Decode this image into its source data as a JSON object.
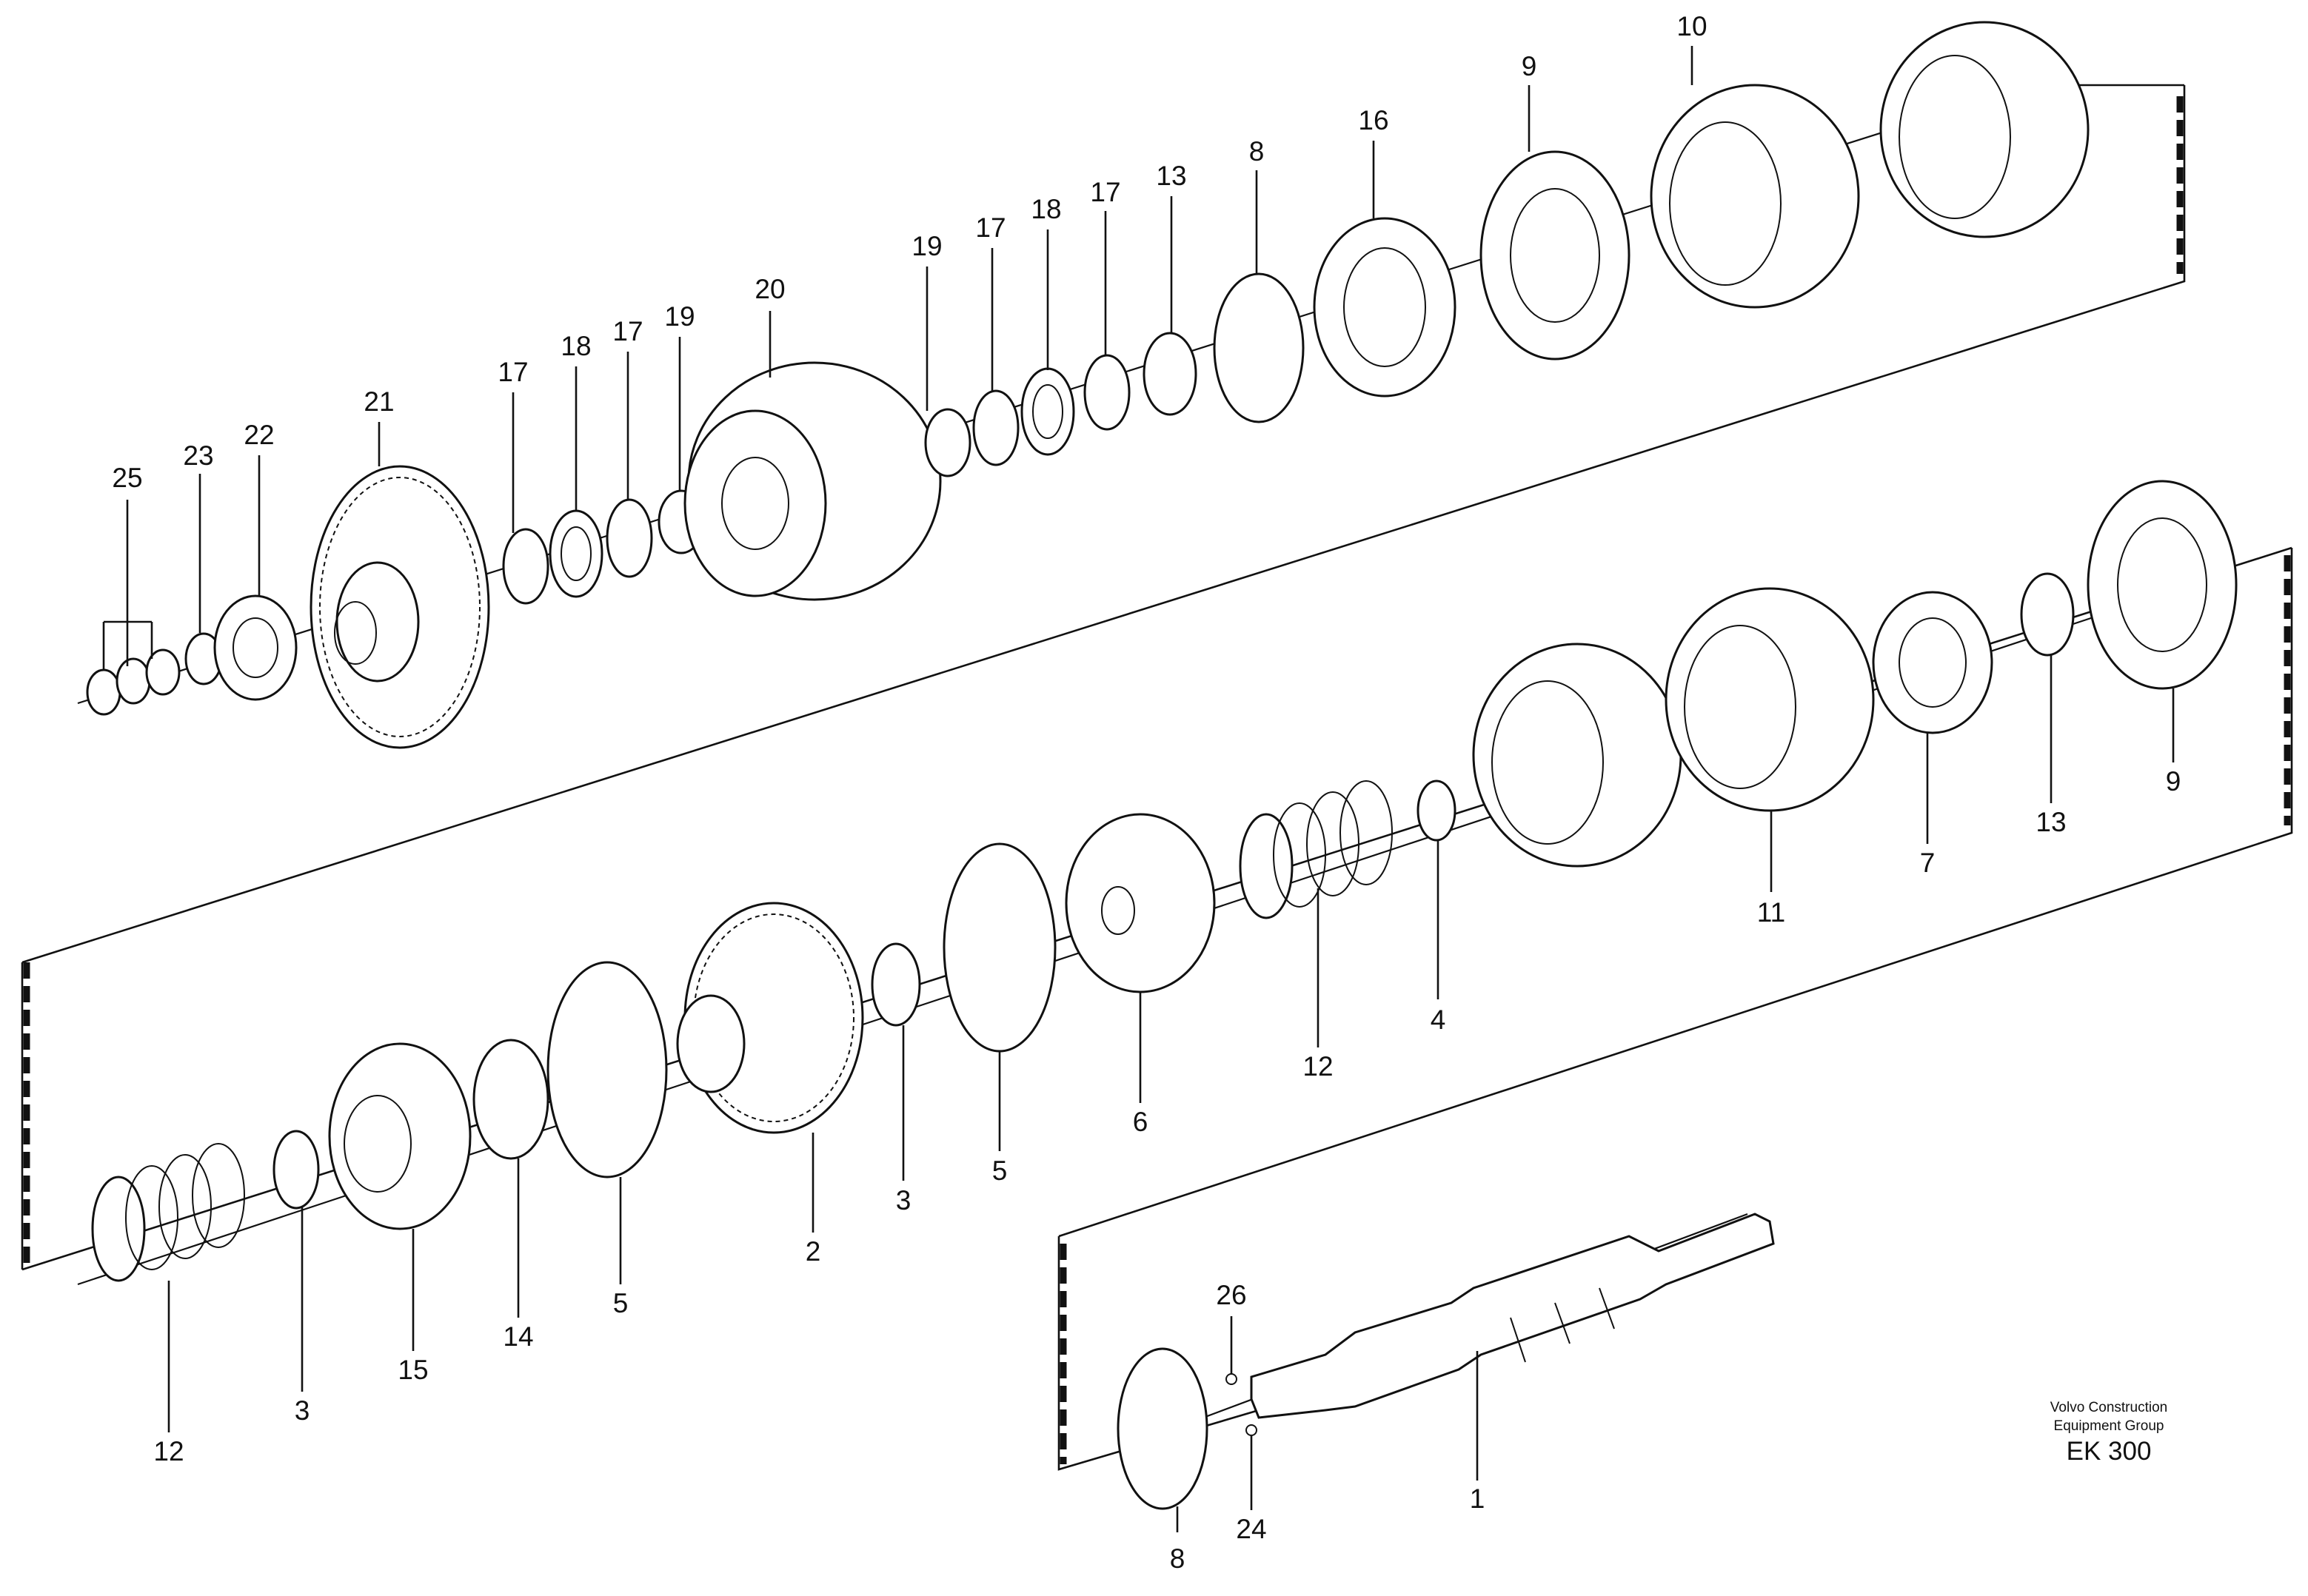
{
  "brand": {
    "line1": "Volvo Construction",
    "line2": "Equipment Group",
    "code": "EK 300"
  },
  "callouts": [
    {
      "id": "c25",
      "label": "25"
    },
    {
      "id": "c23",
      "label": "23"
    },
    {
      "id": "c22",
      "label": "22"
    },
    {
      "id": "c21",
      "label": "21"
    },
    {
      "id": "c17a",
      "label": "17"
    },
    {
      "id": "c18a",
      "label": "18"
    },
    {
      "id": "c17b",
      "label": "17"
    },
    {
      "id": "c19a",
      "label": "19"
    },
    {
      "id": "c20",
      "label": "20"
    },
    {
      "id": "c19b",
      "label": "19"
    },
    {
      "id": "c17c",
      "label": "17"
    },
    {
      "id": "c18b",
      "label": "18"
    },
    {
      "id": "c17d",
      "label": "17"
    },
    {
      "id": "c13a",
      "label": "13"
    },
    {
      "id": "c8a",
      "label": "8"
    },
    {
      "id": "c16",
      "label": "16"
    },
    {
      "id": "c9a",
      "label": "9"
    },
    {
      "id": "c10",
      "label": "10"
    },
    {
      "id": "c9b",
      "label": "9"
    },
    {
      "id": "c13b",
      "label": "13"
    },
    {
      "id": "c7",
      "label": "7"
    },
    {
      "id": "c11",
      "label": "11"
    },
    {
      "id": "c4",
      "label": "4"
    },
    {
      "id": "c12a",
      "label": "12"
    },
    {
      "id": "c6",
      "label": "6"
    },
    {
      "id": "c5a",
      "label": "5"
    },
    {
      "id": "c3a",
      "label": "3"
    },
    {
      "id": "c2",
      "label": "2"
    },
    {
      "id": "c5b",
      "label": "5"
    },
    {
      "id": "c14",
      "label": "14"
    },
    {
      "id": "c15",
      "label": "15"
    },
    {
      "id": "c3b",
      "label": "3"
    },
    {
      "id": "c12b",
      "label": "12"
    },
    {
      "id": "c26",
      "label": "26"
    },
    {
      "id": "c24",
      "label": "24"
    },
    {
      "id": "c1",
      "label": "1"
    },
    {
      "id": "c8b",
      "label": "8"
    }
  ]
}
